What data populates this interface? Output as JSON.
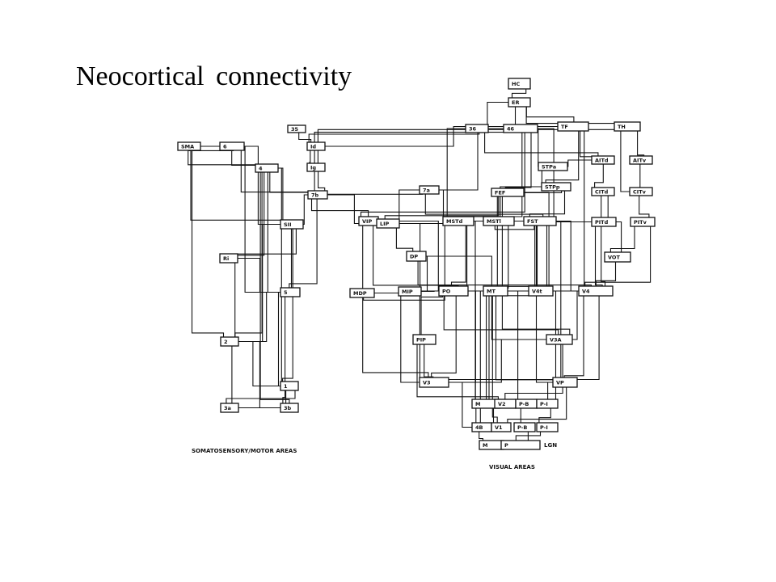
{
  "slide": {
    "title": "Neocortical connectivity"
  },
  "diagram": {
    "somatosensory_caption": "SOMATOSENSORY/MOTOR AREAS",
    "visual_caption": "VISUAL AREAS",
    "areas": {
      "sma": "SMA",
      "a6": "6",
      "a4": "4",
      "a35": "35",
      "a1d": "Id",
      "a1g": "Ig",
      "a7b": "7b",
      "sii": "SII",
      "ri": "Ri",
      "s5": "5",
      "s2": "2",
      "s1": "1",
      "s3a": "3a",
      "s3b": "3b",
      "hc": "HC",
      "er": "ER",
      "a36": "36",
      "a46": "46",
      "tf": "TF",
      "th": "TH",
      "stpa": "STPa",
      "aitd": "AITd",
      "aitv": "AITv",
      "stpp": "STPp",
      "citd": "CITd",
      "citv": "CITv",
      "a7a": "7a",
      "fef": "FEF",
      "vip": "VIP",
      "lip": "LIP",
      "mstd": "MSTd",
      "msti": "MSTl",
      "fst": "FST",
      "pitd": "PITd",
      "pitv": "PITv",
      "dp": "DP",
      "vot": "VOT",
      "mdp": "MDP",
      "mip": "MIP",
      "po": "PO",
      "mt": "MT",
      "v4t": "V4t",
      "v4": "V4",
      "pip": "PIP",
      "v3a": "V3A",
      "v3": "V3",
      "vp": "VP",
      "v2m": "M",
      "v2": "V2",
      "v2pb": "P-B",
      "v2pi": "P-I",
      "v1_4b": "4B",
      "v1": "V1",
      "v1pb": "P-B",
      "v1pi": "P-I",
      "lgn_m": "M",
      "lgn_p": "P",
      "lgn": "LGN"
    }
  }
}
